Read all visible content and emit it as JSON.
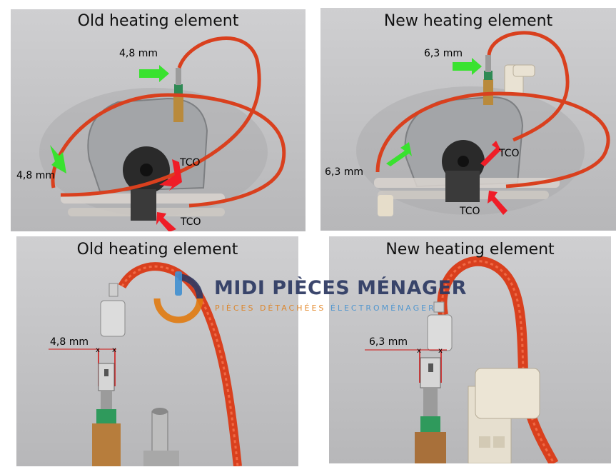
{
  "panels": {
    "top_left": {
      "title": "Old heating element",
      "terminal_size_top": "4,8 mm",
      "terminal_size_left": "4,8 mm",
      "tco_upper": "TCO",
      "tco_lower": "TCO"
    },
    "top_right": {
      "title": "New heating element",
      "terminal_size_top": "6,3 mm",
      "terminal_size_left": "6,3 mm",
      "tco_upper": "TCO",
      "tco_lower": "TCO"
    },
    "bottom_left": {
      "title": "Old heating element",
      "terminal_width": "4,8 mm"
    },
    "bottom_right": {
      "title": "New heating element",
      "terminal_width": "6,3 mm"
    }
  },
  "watermark": {
    "name": "MIDI PIÈCES MÉNAGER",
    "tagline_part1": "PIÈCES DÉTACHÉES ",
    "tagline_part2": "ÉLECTROMÉNAGER"
  },
  "colors": {
    "cable_red": "#d9401e",
    "arrow_green": "#39e22f",
    "arrow_red": "#ef1d27",
    "measure_red": "#d01010",
    "logo_navy": "#2e3a63",
    "logo_orange": "#e07a10",
    "logo_blue": "#3f8fd0"
  }
}
